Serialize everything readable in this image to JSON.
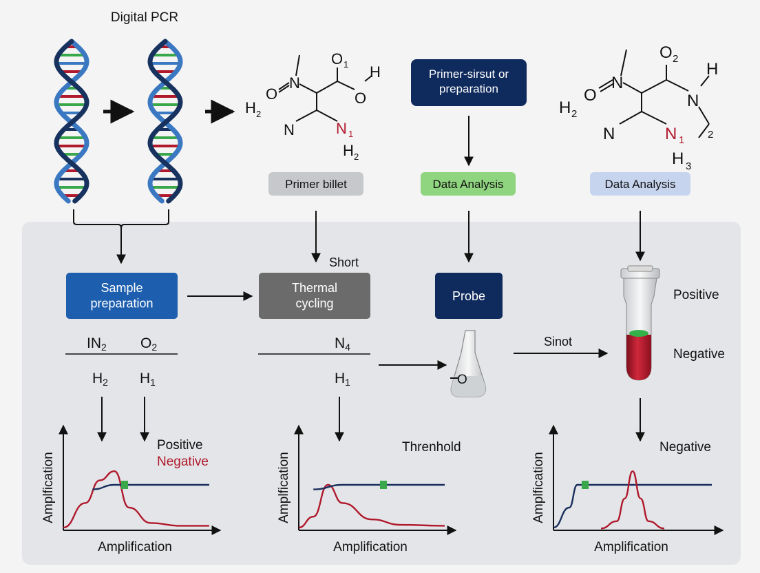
{
  "title": "Digital PCR",
  "colors": {
    "navy": "#0f2a5c",
    "blue": "#1d5fae",
    "gray": "#6b6b6b",
    "red": "#b0192c",
    "green": "#3aa84a",
    "helix_blue": "#3b78c2",
    "helix_navy": "#17325e",
    "panel": "#e3e5e8"
  },
  "icons": [
    "dna-helix",
    "arrow-right",
    "conical-flask",
    "test-tube"
  ],
  "molecule_left": {
    "atoms": [
      "O",
      "N",
      "O",
      "1",
      "O",
      "H",
      "H",
      "2",
      "N",
      "N",
      "1",
      "H",
      "2"
    ]
  },
  "molecule_right": {
    "atoms": [
      "O",
      "N",
      "O",
      "2",
      "H",
      "N",
      "H",
      "2",
      "N",
      "N",
      "1",
      "2",
      "H",
      "3"
    ]
  },
  "top_boxes": {
    "primer_prep": "Primer-sirsut or\npreparation",
    "primer_billet": "Primer billet",
    "data_analysis_green": "Data Analysis",
    "data_analysis_blue": "Data Analysis"
  },
  "steps": {
    "sample_prep": "Sample\npreparation",
    "thermal_cycling": "Thermal\ncycling",
    "probe": "Probe",
    "short_label": "Short",
    "sinot_label": "Sinot",
    "positive_label": "Positive",
    "negative_label": "Negative"
  },
  "formulas": {
    "left_top_a": "IN",
    "left_top_a_sub": "2",
    "left_top_b": "O",
    "left_top_b_sub": "2",
    "left_bot_a": "H",
    "left_bot_a_sub": "2",
    "left_bot_b": "H",
    "left_bot_b_sub": "1",
    "mid_top": "N",
    "mid_top_sub": "4",
    "mid_bot": "H",
    "mid_bot_sub": "1"
  },
  "chart_data": [
    {
      "type": "line",
      "xlabel": "Amplification",
      "ylabel": "Amplfication",
      "annotations": [
        "Positive",
        "Negative"
      ],
      "series": [
        {
          "x": [
            0,
            0.15,
            0.25,
            0.35,
            0.45,
            0.6,
            0.8,
            1.0
          ],
          "y": [
            0.03,
            0.3,
            0.55,
            0.65,
            0.25,
            0.08,
            0.05,
            0.05
          ]
        },
        {
          "x": [
            0.2,
            0.35,
            0.55,
            0.75,
            1.0
          ],
          "y": [
            0.45,
            0.5,
            0.5,
            0.5,
            0.5
          ]
        }
      ],
      "threshold": 0.5
    },
    {
      "type": "line",
      "xlabel": "Amplification",
      "ylabel": "Amplfication",
      "annotations": [
        "Threnhold"
      ],
      "series": [
        {
          "x": [
            0,
            0.1,
            0.2,
            0.3,
            0.5,
            0.7,
            1.0
          ],
          "y": [
            0.03,
            0.15,
            0.5,
            0.3,
            0.12,
            0.06,
            0.05
          ]
        },
        {
          "x": [
            0.1,
            0.3,
            0.6,
            1.0
          ],
          "y": [
            0.45,
            0.5,
            0.5,
            0.5
          ]
        }
      ],
      "threshold": 0.5
    },
    {
      "type": "line",
      "xlabel": "Amplification",
      "ylabel": "Amplfication",
      "annotations": [
        "Negative"
      ],
      "series": [
        {
          "x": [
            0,
            0.1,
            0.15,
            0.3,
            0.6,
            1.0
          ],
          "y": [
            0.03,
            0.25,
            0.5,
            0.5,
            0.5,
            0.5
          ]
        },
        {
          "x": [
            0.3,
            0.4,
            0.45,
            0.5,
            0.55,
            0.6,
            0.7
          ],
          "y": [
            0.02,
            0.1,
            0.35,
            0.65,
            0.35,
            0.1,
            0.02
          ]
        }
      ],
      "threshold": 0.5
    }
  ]
}
